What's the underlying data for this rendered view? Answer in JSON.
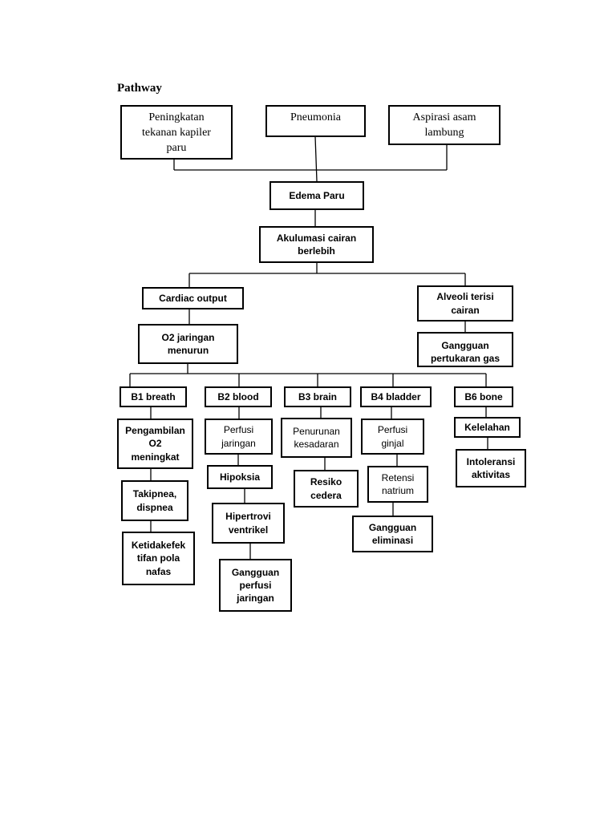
{
  "title": "Pathway",
  "nodes": {
    "peningkatan": "Peningkatan\ntekanan kapiler\nparu",
    "pneumonia": "Pneumonia",
    "aspirasi": "Aspirasi asam\nlambung",
    "edema": "Edema Paru",
    "akumulasi": "Akulumasi cairan\nberlebih",
    "cardiac": "Cardiac output",
    "alveoli": "Alveoli terisi\ncairan",
    "o2": "O2 jaringan\nmenurun",
    "gangguan_gas": "Gangguan\npertukaran gas",
    "b1": "B1 breath",
    "b2": "B2 blood",
    "b3": "B3 brain",
    "b4": "B4 bladder",
    "b6": "B6 bone",
    "pengambilan": "Pengambilan\nO2\nmeningkat",
    "takipnea": "Takipnea,\ndispnea",
    "ketidakefektifan": "Ketidakefek\ntifan pola\nnafas",
    "perfusi_jaringan": "Perfusi\njaringan",
    "hipoksia": "Hipoksia",
    "hipertrovi": "Hipertrovi\nventrikel",
    "gangguan_perfusi": "Gangguan\nperfusi\njaringan",
    "penurunan": "Penurunan\nkesadaran",
    "resiko": "Resiko\ncedera",
    "perfusi_ginjal": "Perfusi\nginjal",
    "retensi": "Retensi\nnatrium",
    "gangguan_eliminasi": "Gangguan\neliminasi",
    "kelelahan": "Kelelahan",
    "intoleransi": "Intoleransi\naktivitas"
  }
}
